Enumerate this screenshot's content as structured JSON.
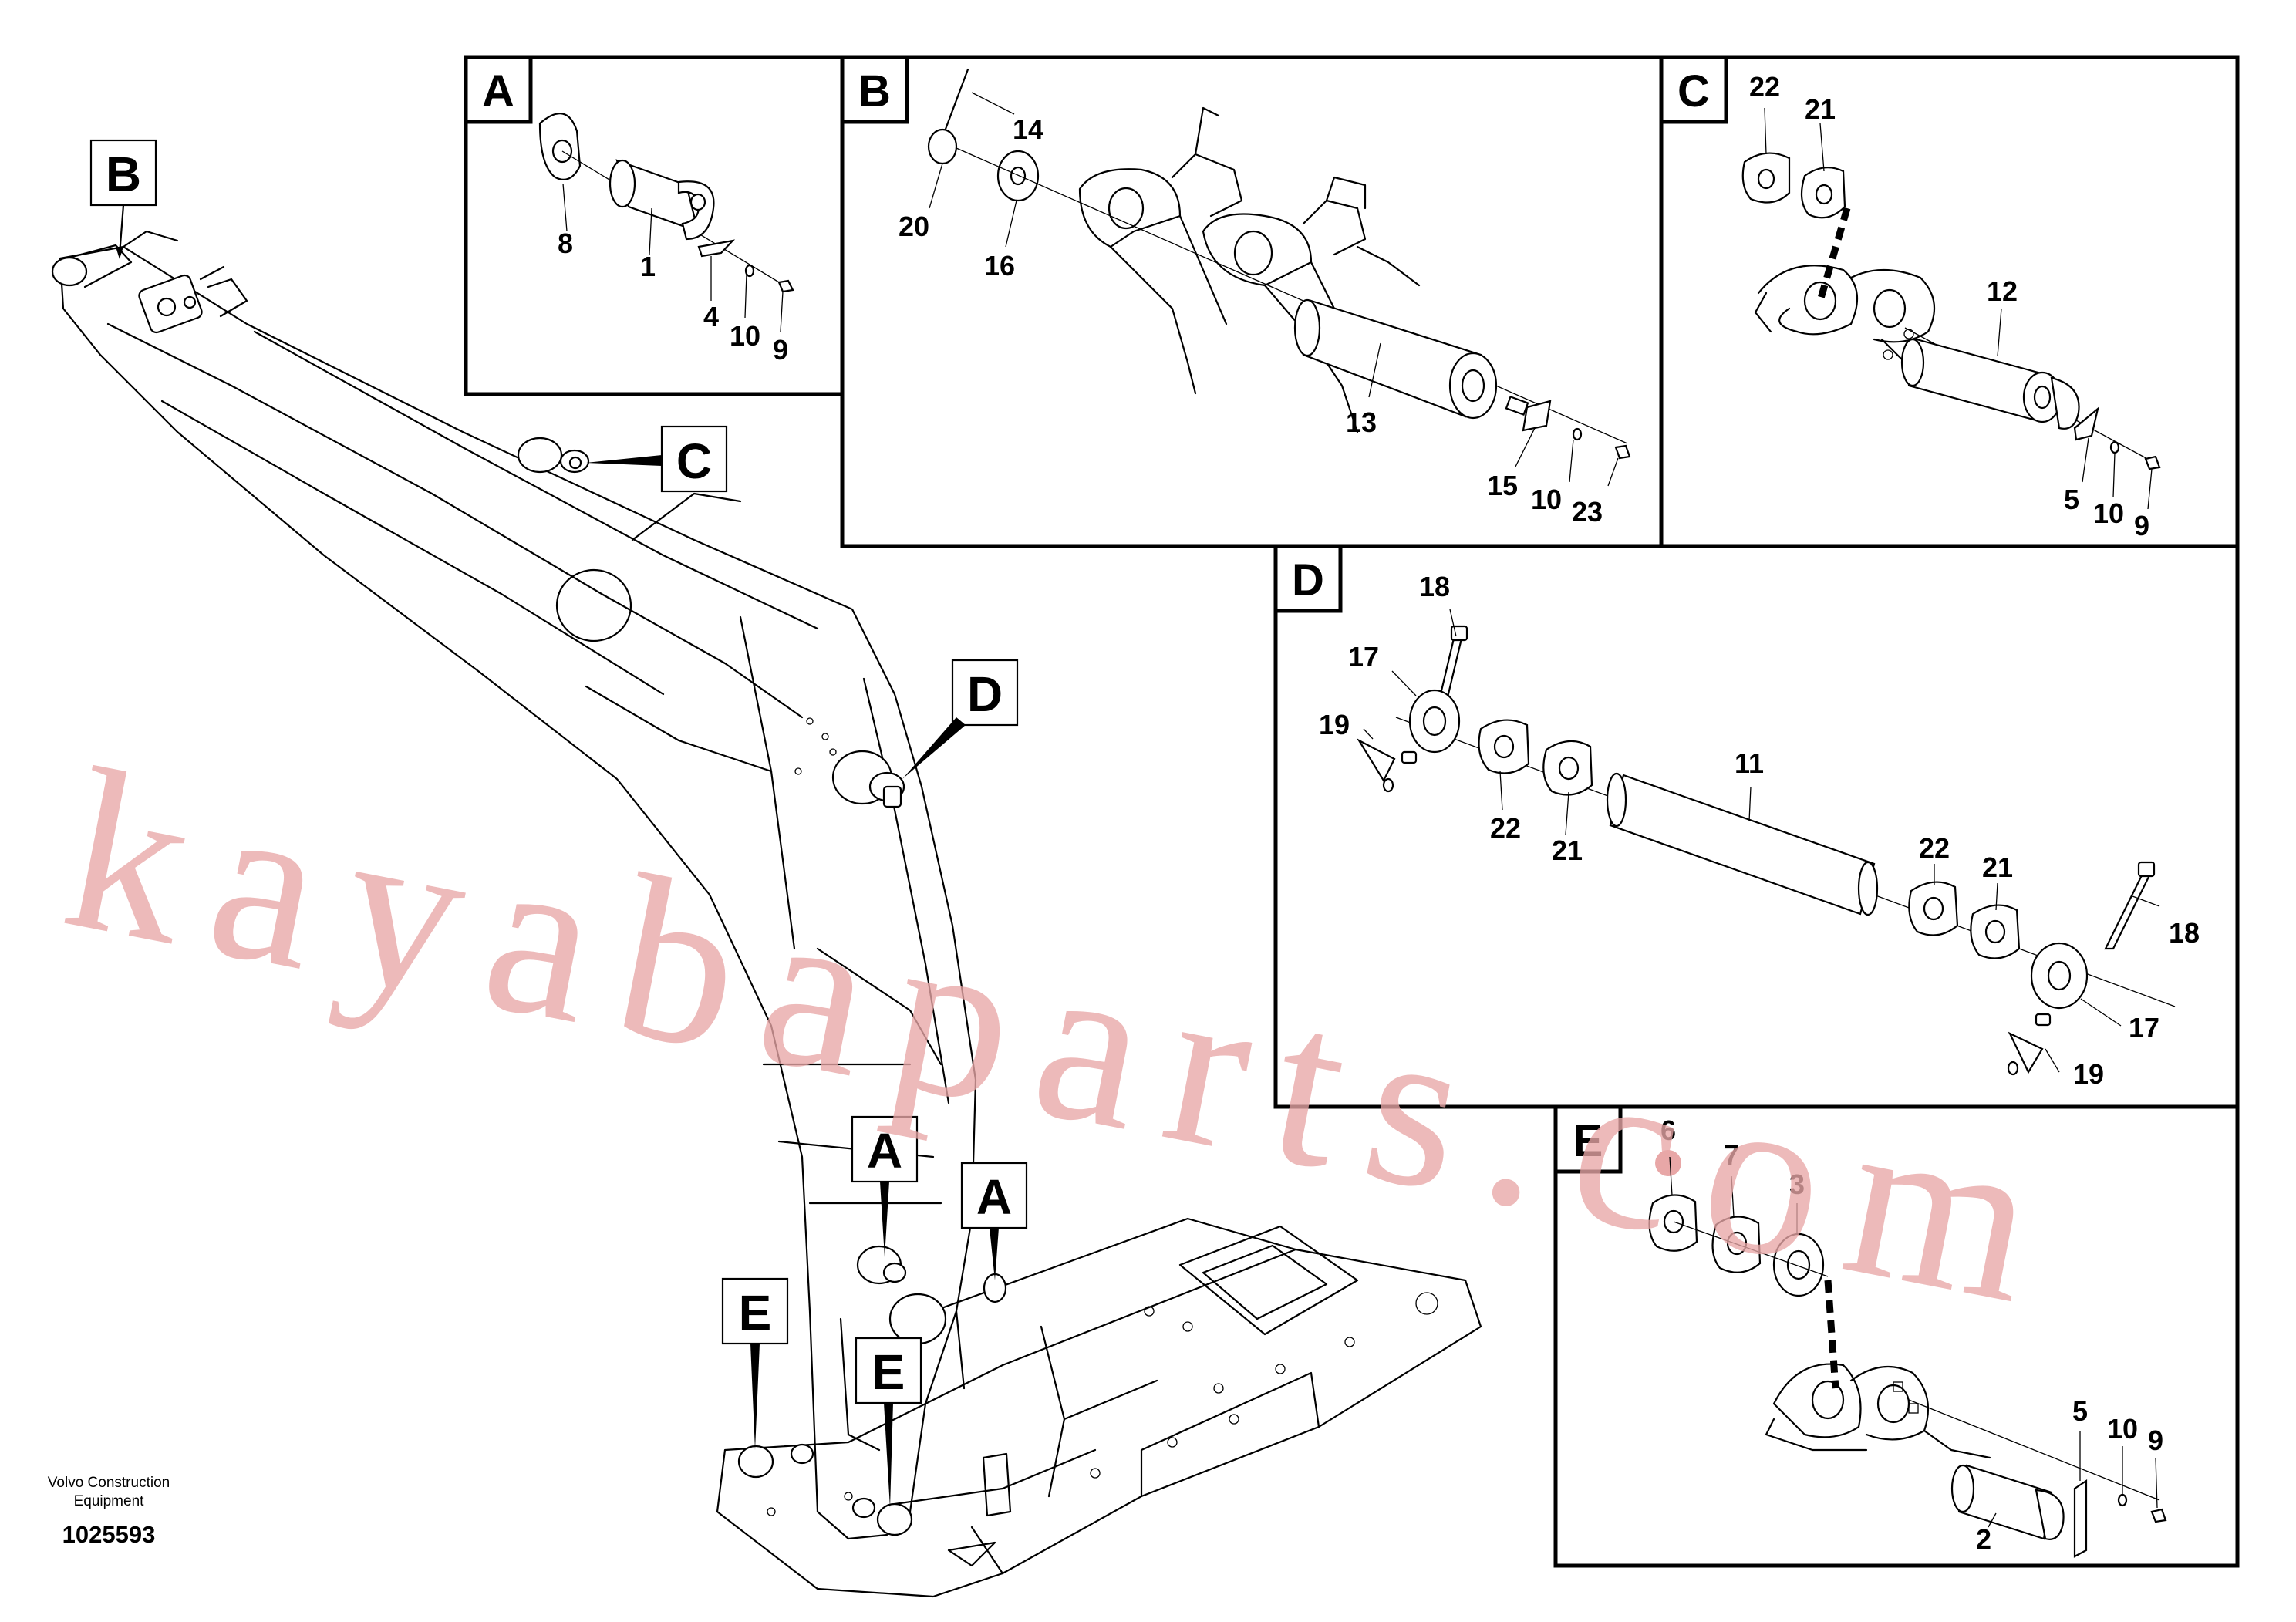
{
  "title": "",
  "callouts": {
    "boom_top": "B",
    "boom_mid": "C",
    "boom_side": "D",
    "foot_a1": "A",
    "foot_a2": "A",
    "foot_e1": "E",
    "foot_e2": "E"
  },
  "panels": {
    "A": {
      "label": "A",
      "parts": [
        "8",
        "1",
        "4",
        "10",
        "9"
      ]
    },
    "B": {
      "label": "B",
      "parts": [
        "14",
        "20",
        "16",
        "13",
        "15",
        "10",
        "23"
      ]
    },
    "C": {
      "label": "C",
      "parts": [
        "22",
        "21",
        "12",
        "5",
        "10",
        "9"
      ]
    },
    "D": {
      "label": "D",
      "parts": [
        "18",
        "17",
        "19",
        "22",
        "21",
        "11",
        "22",
        "21",
        "18",
        "17",
        "19"
      ]
    },
    "E": {
      "label": "E",
      "parts": [
        "6",
        "7",
        "3",
        "5",
        "10",
        "9",
        "2"
      ]
    }
  },
  "credit_line1": "Volvo Construction",
  "credit_line2": "Equipment",
  "doc_number": "1025593",
  "watermark": "kayabaparts.com",
  "colors": {
    "line": "#000000",
    "watermark": "#e8a7a7",
    "dot": "#e8a7a7"
  }
}
